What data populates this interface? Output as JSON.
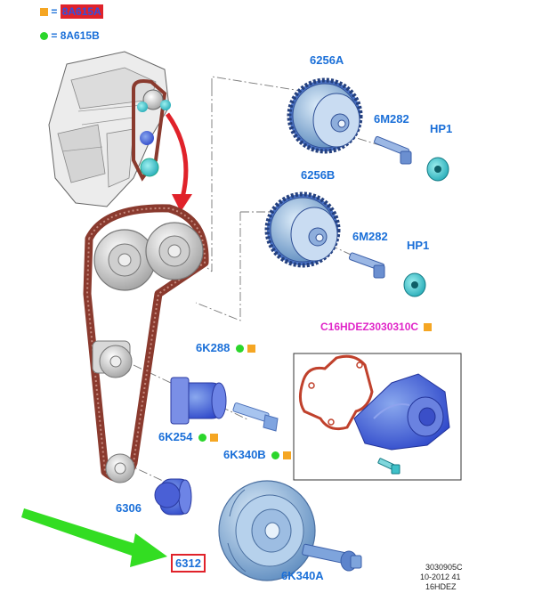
{
  "legend": {
    "square_symbol": "■",
    "square_code": "8A615A",
    "dot_symbol": "●",
    "dot_code": "8A615B",
    "equals": "="
  },
  "parts": {
    "p6256A": "6256A",
    "p6M282_top": "6M282",
    "pHP1_top": "HP1",
    "p6256B": "6256B",
    "p6M282_bottom": "6M282",
    "pHP1_bottom": "HP1",
    "pC16": "C16HDEZ3030310C",
    "p6K288": "6K288",
    "p6K254": "6K254",
    "p6K340B": "6K340B",
    "p6306": "6306",
    "p6312": "6312",
    "p6K340A": "6K340A"
  },
  "footer": {
    "line1": "3030905C",
    "line2": "10-2012 41",
    "line3": "16HDEZ"
  },
  "colors": {
    "label_blue": "#1a6fd8",
    "magenta": "#e026c8",
    "orange_square": "#f5a623",
    "green_dot": "#2bd62b",
    "red": "#e0222a",
    "belt": "#8a3a2e",
    "part_blue": "#3a4fd8",
    "part_teal": "#3fc0c8",
    "arrow_green": "#33dd22"
  },
  "icons": [
    "orange-square-icon",
    "green-dot-icon",
    "red-curved-arrow-icon",
    "green-arrow-icon"
  ]
}
